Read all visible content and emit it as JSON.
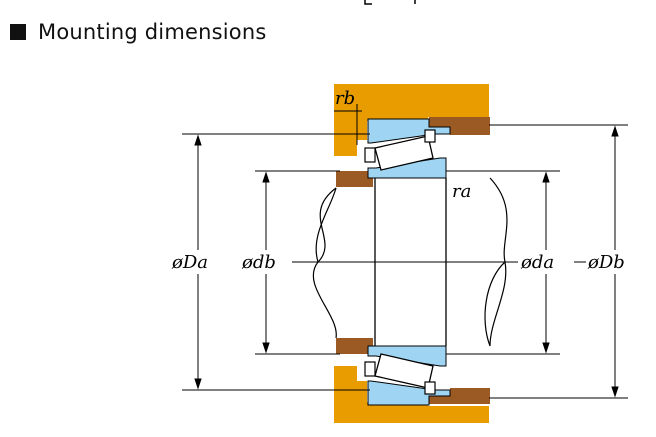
{
  "section": {
    "title": "Mounting dimensions"
  },
  "labels": {
    "Da": "øDa",
    "db": "ødb",
    "da": "øda",
    "Db": "øDb",
    "rb": "rb",
    "ra": "ra"
  },
  "colors": {
    "housing": "#e89c00",
    "shaft_shoulder": "#9b5a24",
    "bearing_ring": "#9fd4f2",
    "roller": "#ffffff",
    "line": "#000000"
  }
}
